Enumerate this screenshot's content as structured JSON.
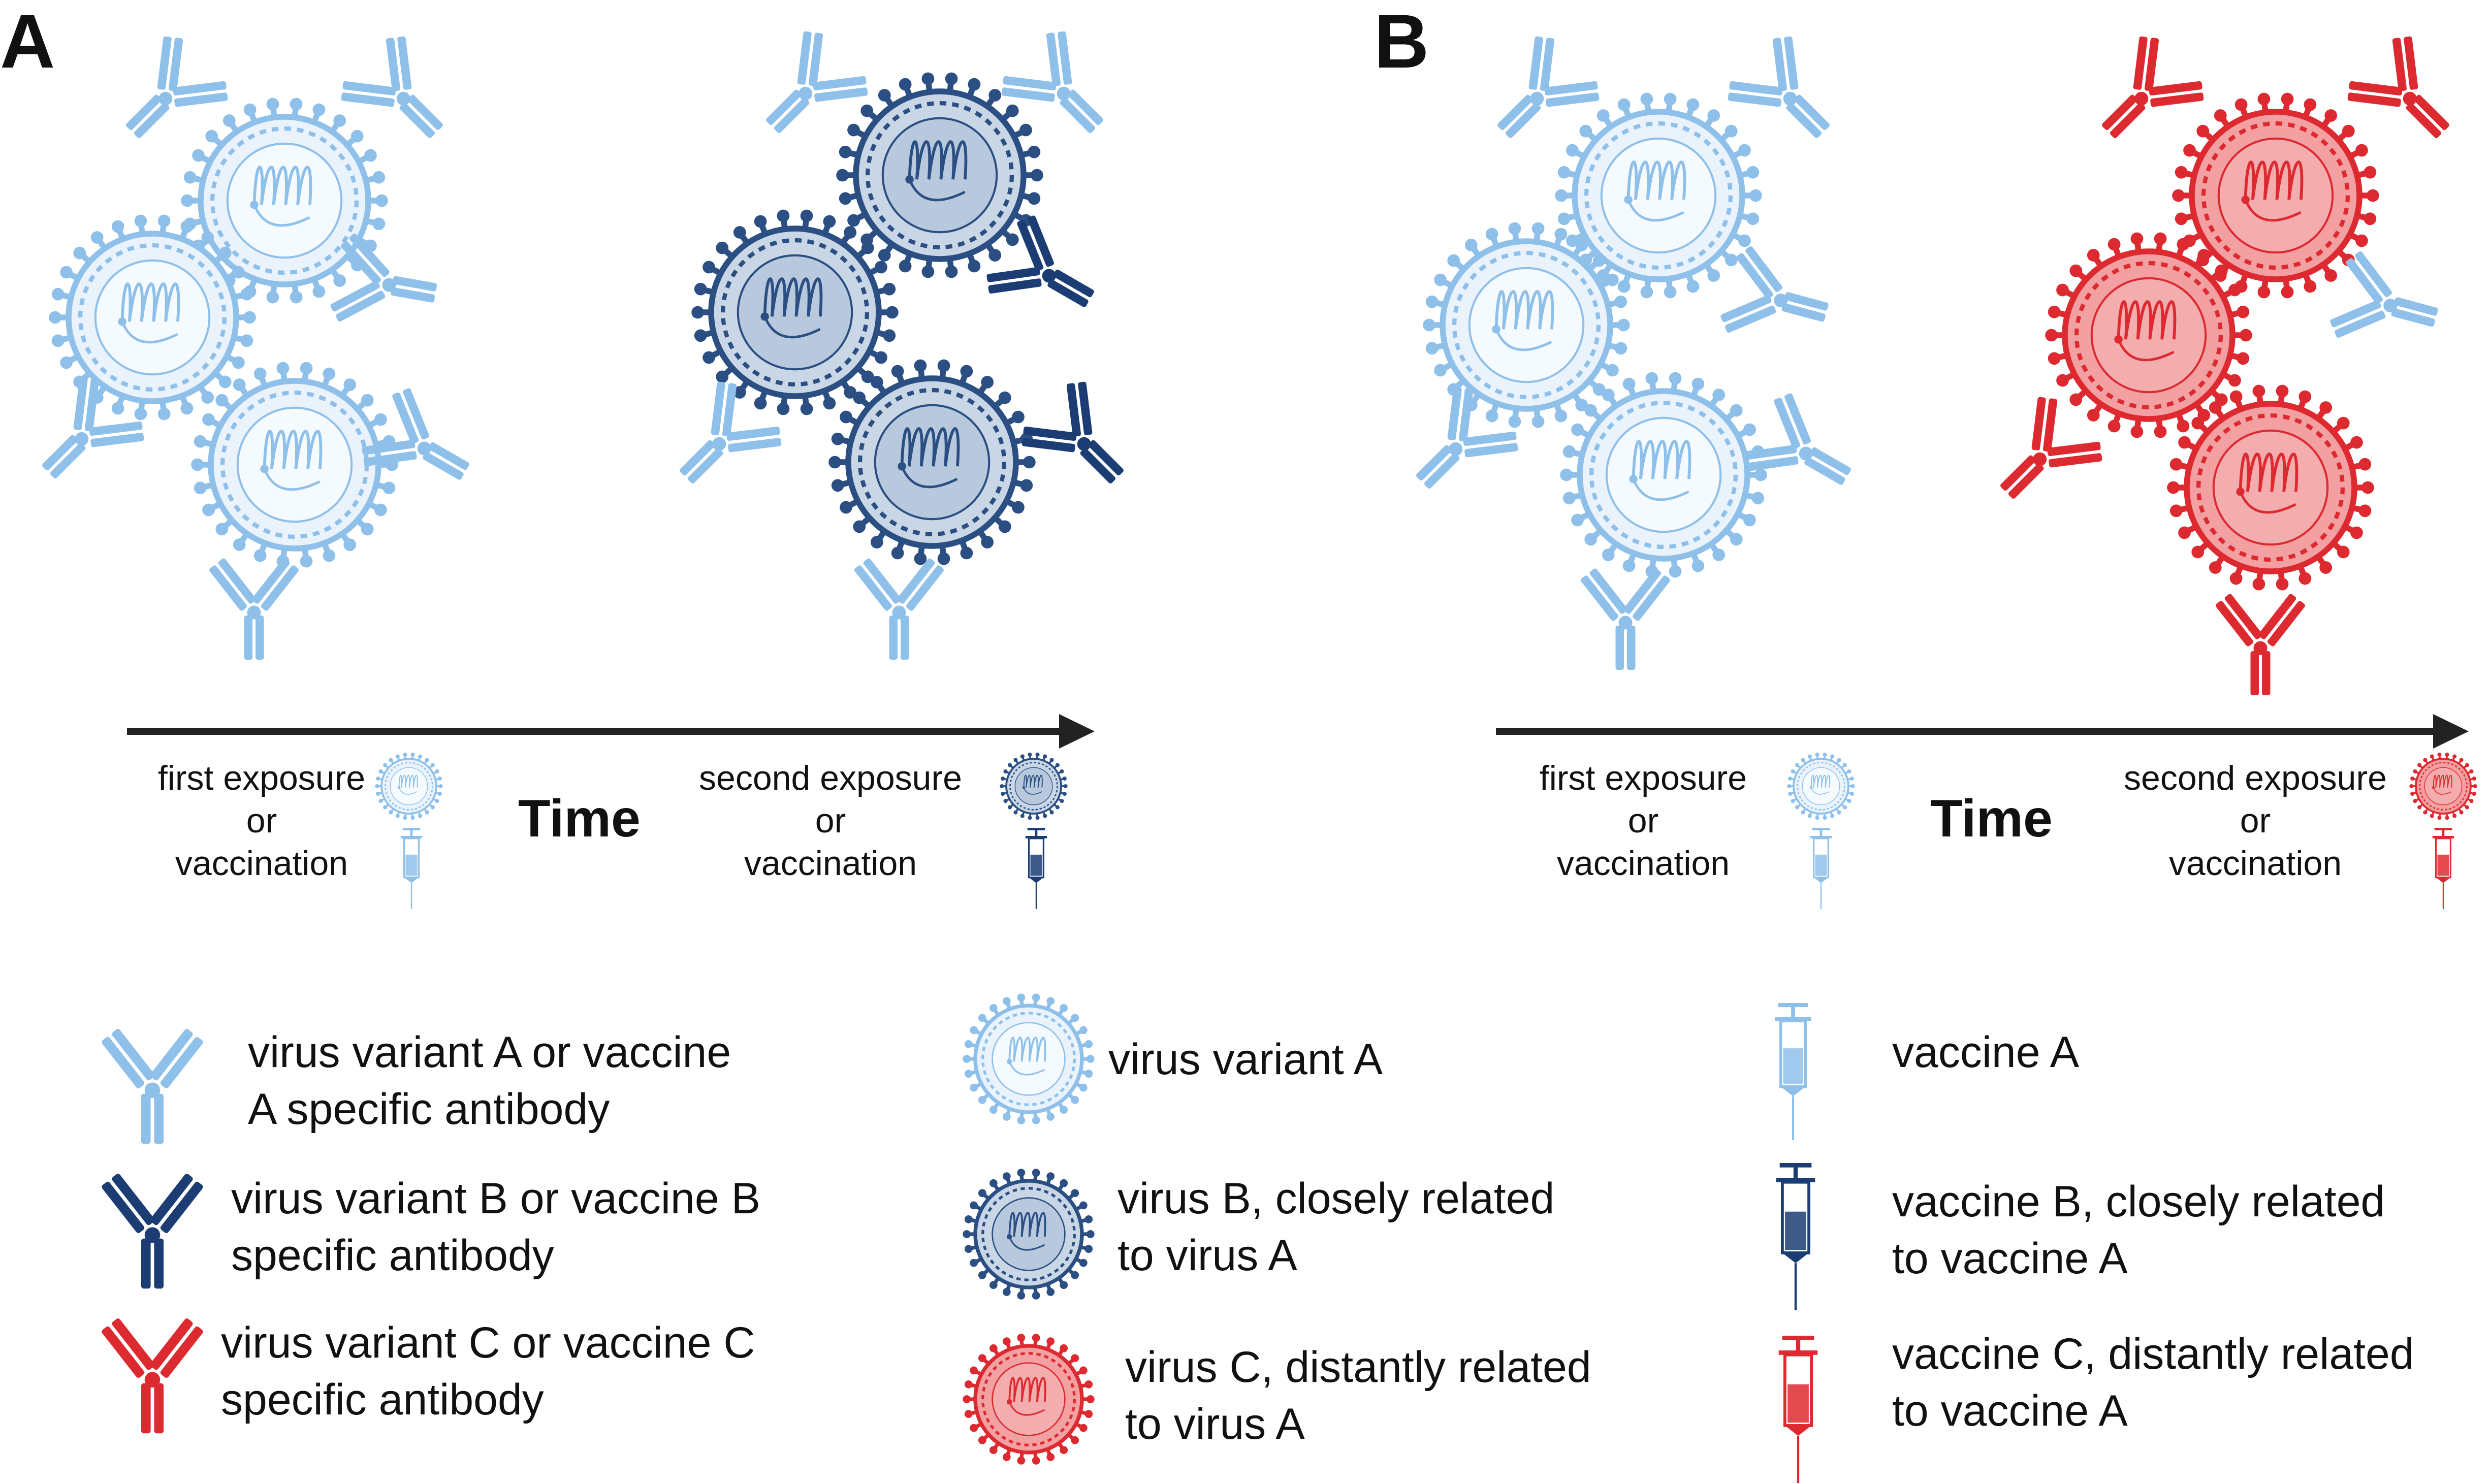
{
  "panels": [
    {
      "letter": "A",
      "first_label": [
        "first exposure",
        "or",
        "vaccination"
      ],
      "time_label": "Time",
      "second_label": [
        "second exposure",
        "or",
        "vaccination"
      ]
    },
    {
      "letter": "B",
      "first_label": [
        "first exposure",
        "or",
        "vaccination"
      ],
      "time_label": "Time",
      "second_label": [
        "second exposure",
        "or",
        "vaccination"
      ]
    }
  ],
  "legend": {
    "antibodies": [
      {
        "lines": [
          "virus variant A or vaccine",
          "A specific antibody"
        ]
      },
      {
        "lines": [
          "virus variant B or vaccine B",
          "specific antibody"
        ]
      },
      {
        "lines": [
          "virus variant C or vaccine C",
          "specific antibody"
        ]
      }
    ],
    "viruses": [
      {
        "lines": [
          "virus variant A"
        ]
      },
      {
        "lines": [
          "virus B, closely related",
          "to virus A"
        ]
      },
      {
        "lines": [
          "virus C, distantly related",
          "to virus A"
        ]
      }
    ],
    "vaccines": [
      {
        "lines": [
          "vaccine A"
        ]
      },
      {
        "lines": [
          "vaccine B, closely related",
          "to vaccine A"
        ]
      },
      {
        "lines": [
          "vaccine C, distantly related",
          "to vaccine A"
        ]
      }
    ]
  },
  "colors": {
    "variant_a": "#8fc0ea",
    "variant_b": "#2b4f82",
    "variant_b_antibody": "#1b3d73",
    "variant_c": "#dd2a30",
    "axis": "#222222"
  }
}
